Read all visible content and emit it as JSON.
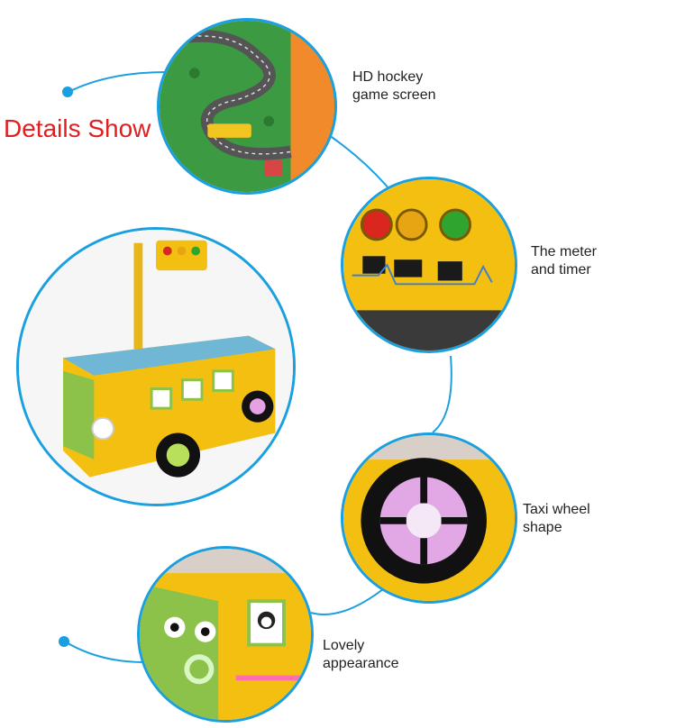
{
  "heading": "Details Show",
  "accent_color": "#1a9fe0",
  "heading_color": "#e02020",
  "callouts": [
    {
      "id": "screen",
      "lines": [
        "HD hockey",
        "game screen"
      ]
    },
    {
      "id": "meter",
      "lines": [
        "The meter",
        "and timer"
      ]
    },
    {
      "id": "wheel",
      "lines": [
        "Taxi wheel",
        "shape"
      ]
    },
    {
      "id": "appearance",
      "lines": [
        "Lovely",
        "appearance"
      ]
    }
  ]
}
